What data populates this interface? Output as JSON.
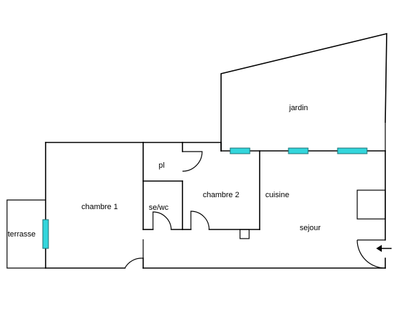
{
  "rooms": {
    "jardin": "jardin",
    "pl": "pl",
    "chambre_1": "chambre 1",
    "chambre_2": "chambre 2",
    "cuisine": "cuisine",
    "se_wc": "se/wc",
    "terrasse": "terrasse",
    "sejour": "sejour"
  },
  "colors": {
    "wall": "#000000",
    "window_fill": "#33d6dc",
    "window_stroke": "#1a6e72",
    "background": "#ffffff"
  },
  "icons": {
    "entrance": "arrow-left-icon"
  }
}
